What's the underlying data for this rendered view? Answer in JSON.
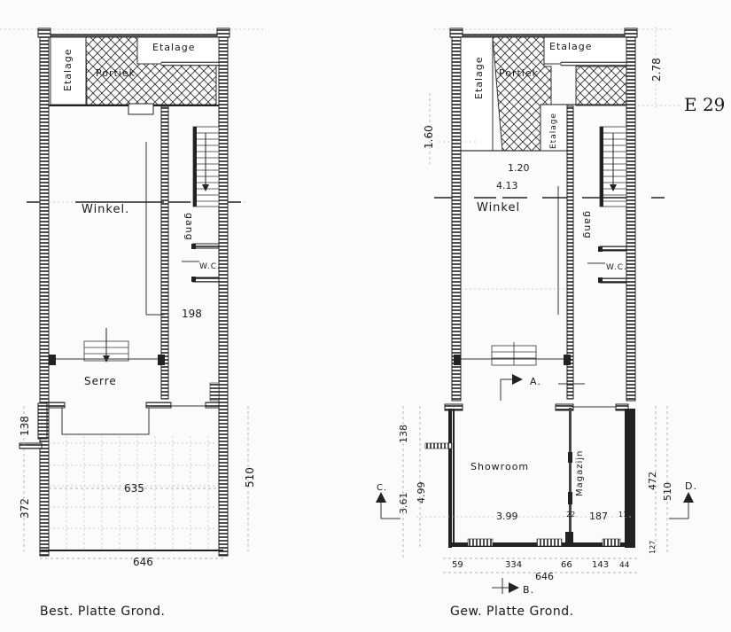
{
  "drawing": {
    "type": "architectural floor plan (scanned)",
    "margin_note": "E 29",
    "plans": [
      {
        "id": "existing",
        "caption": "Best. Platte Grond.",
        "rooms": {
          "etalage_left": "Etalage",
          "etalage_top": "Etalage",
          "portiek": "Portiek",
          "winkel": "Winkel.",
          "gang": "gang",
          "wc": "W.C.",
          "serre": "Serre"
        },
        "dimensions": {
          "d198": "198",
          "d138": "138",
          "d372": "372",
          "d635": "635",
          "d510": "510",
          "d646": "646"
        }
      },
      {
        "id": "modified",
        "caption": "Gew. Platte Grond.",
        "rooms": {
          "etalage_left": "Etalage",
          "etalage_top": "Etalage",
          "etalage_small": "Etalage",
          "portiek": "Portiek",
          "winkel": "Winkel",
          "gang": "gang",
          "wc": "W.C.",
          "showroom": "Showroom",
          "magazijn": "Magazijn"
        },
        "dimensions": {
          "d278": "2.78",
          "d160": "1.60",
          "d120": "1.20",
          "d413": "4.13",
          "d138": "138",
          "d499": "4.99",
          "d361": "3.61",
          "d399": "3.99",
          "d22": "22",
          "d187": "187",
          "d11": "11",
          "d472": "472",
          "d510": "510",
          "d127": "127",
          "d59": "59",
          "d334": "334",
          "d66": "66",
          "d143": "143",
          "d44": "44",
          "d646": "646"
        },
        "section_marks": {
          "a": "A.",
          "b": "B.",
          "c": "C.",
          "d": "D."
        }
      }
    ]
  }
}
